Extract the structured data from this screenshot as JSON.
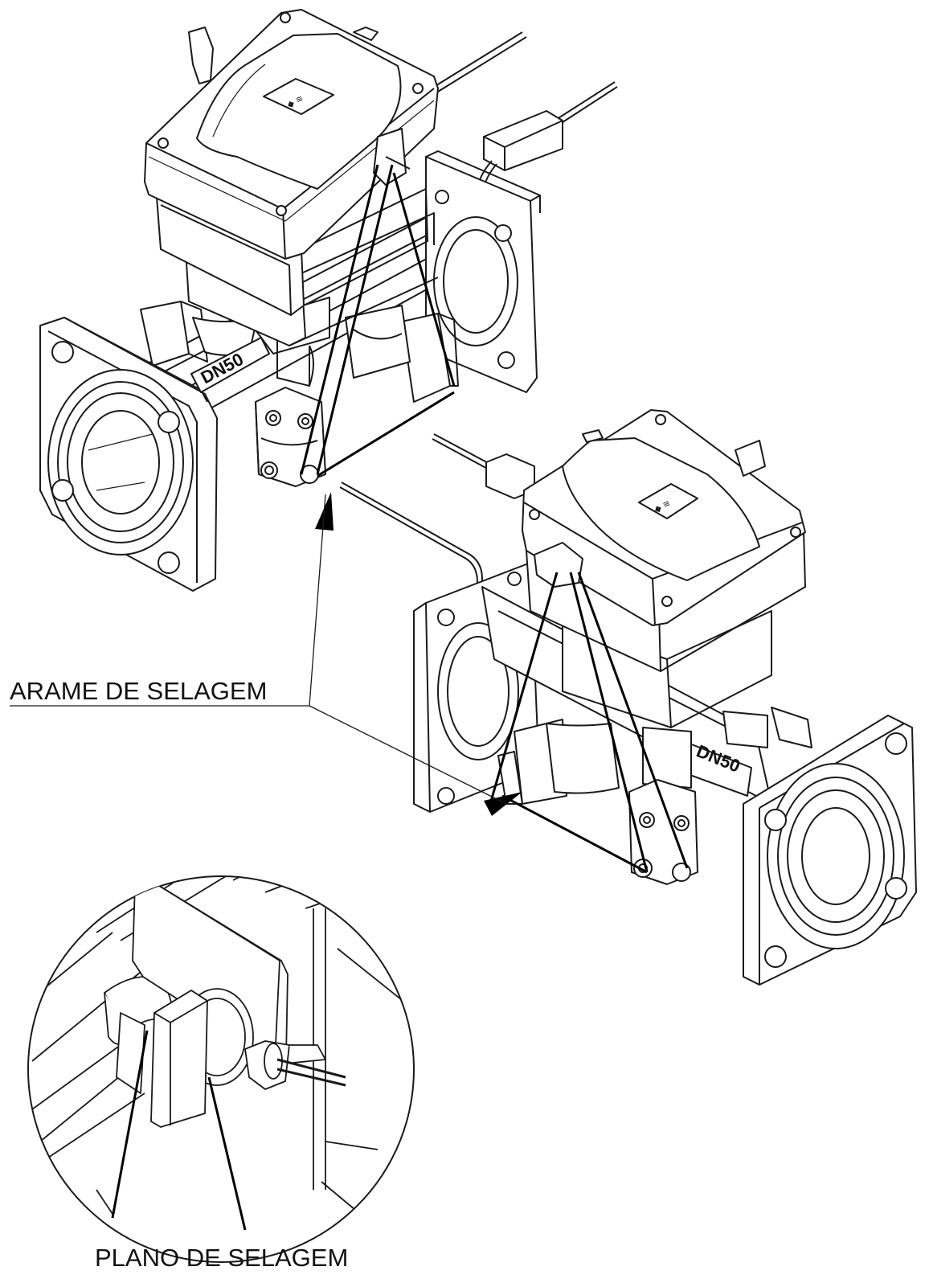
{
  "labels": {
    "wire": "ARAME DE SELAGEM",
    "plane": "PLANO DE SELAGEM",
    "dn_top": "DN50",
    "dn_bottom": "DN50"
  },
  "colors": {
    "stroke": "#1a1a1a",
    "fill": "#ffffff",
    "shade": "#f2f2f2"
  },
  "icons": {
    "logo": "brand-logo-icon"
  }
}
